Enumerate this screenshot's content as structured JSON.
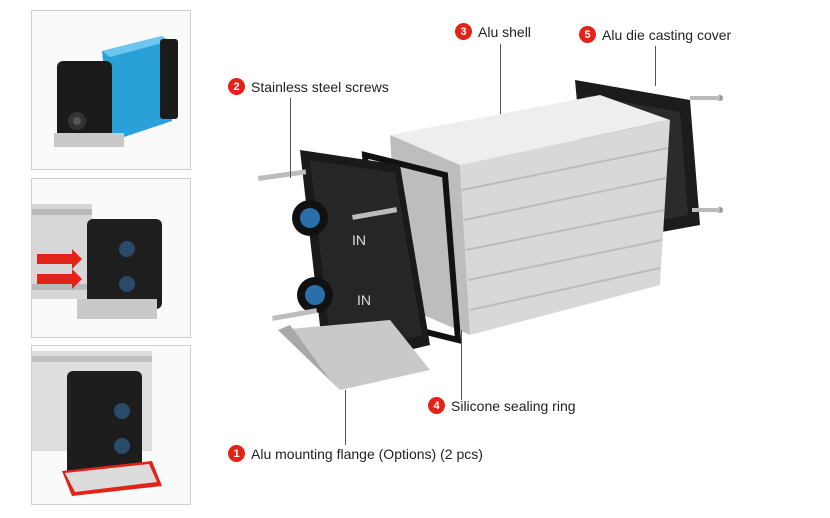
{
  "callouts": [
    {
      "number": "1",
      "label": "Alu mounting flange (Options) (2 pcs)"
    },
    {
      "number": "2",
      "label": "Stainless steel screws"
    },
    {
      "number": "3",
      "label": "Alu shell"
    },
    {
      "number": "4",
      "label": "Silicone sealing ring"
    },
    {
      "number": "5",
      "label": "Alu die casting cover"
    }
  ],
  "port_labels": [
    "IN",
    "IN"
  ],
  "colors": {
    "badge": "#e2231a",
    "shell_highlight": "#2aa0d8",
    "accent_arrows": "#e2231a"
  }
}
